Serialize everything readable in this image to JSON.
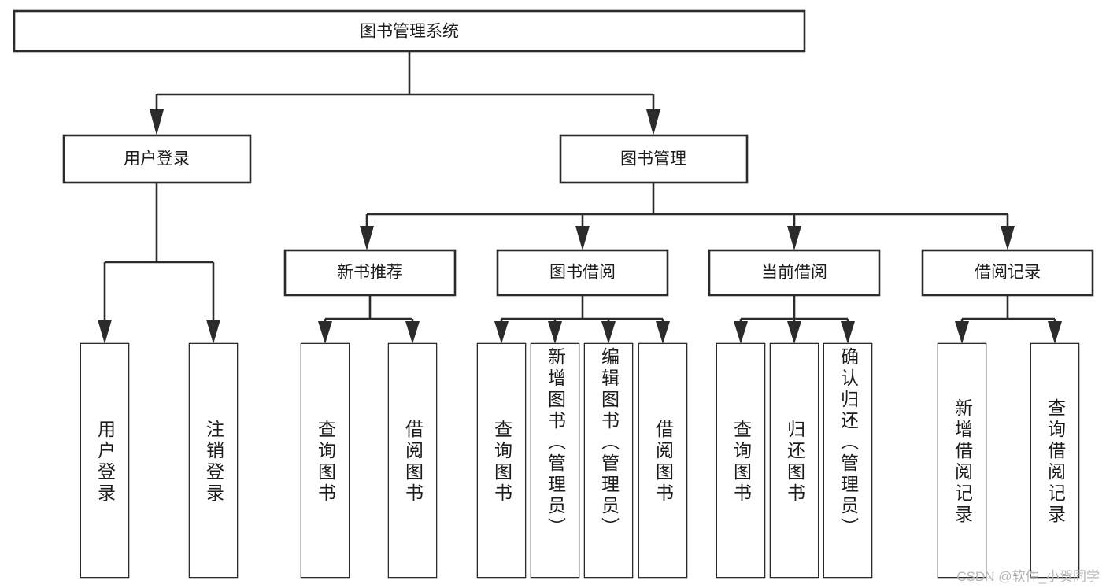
{
  "diagram": {
    "title": "图书管理系统",
    "type": "tree",
    "root": {
      "id": "root",
      "label": "图书管理系统"
    },
    "level1": [
      {
        "id": "user-login",
        "label": "用户登录"
      },
      {
        "id": "book-management",
        "label": "图书管理"
      }
    ],
    "level2": [
      {
        "id": "new-book-recommend",
        "label": "新书推荐",
        "parent": "book-management"
      },
      {
        "id": "book-borrow",
        "label": "图书借阅",
        "parent": "book-management"
      },
      {
        "id": "current-borrow",
        "label": "当前借阅",
        "parent": "book-management"
      },
      {
        "id": "borrow-record",
        "label": "借阅记录",
        "parent": "book-management"
      }
    ],
    "leaves": [
      {
        "id": "leaf-user-login",
        "label": "用户登录",
        "parent": "user-login"
      },
      {
        "id": "leaf-user-logout",
        "label": "注销登录",
        "parent": "user-login"
      },
      {
        "id": "leaf-query-book-1",
        "label": "查询图书",
        "parent": "new-book-recommend"
      },
      {
        "id": "leaf-borrow-book-1",
        "label": "借阅图书",
        "parent": "new-book-recommend"
      },
      {
        "id": "leaf-query-book-2",
        "label": "查询图书",
        "parent": "book-borrow"
      },
      {
        "id": "leaf-add-book",
        "label": "新增图书（管理员）",
        "parent": "book-borrow"
      },
      {
        "id": "leaf-edit-book",
        "label": "编辑图书（管理员）",
        "parent": "book-borrow"
      },
      {
        "id": "leaf-borrow-book-2",
        "label": "借阅图书",
        "parent": "book-borrow"
      },
      {
        "id": "leaf-query-book-3",
        "label": "查询图书",
        "parent": "current-borrow"
      },
      {
        "id": "leaf-return-book",
        "label": "归还图书",
        "parent": "current-borrow"
      },
      {
        "id": "leaf-confirm-return",
        "label": "确认归还（管理员）",
        "parent": "current-borrow"
      },
      {
        "id": "leaf-add-record",
        "label": "新增借阅记录",
        "parent": "borrow-record"
      },
      {
        "id": "leaf-query-record",
        "label": "查询借阅记录",
        "parent": "borrow-record"
      }
    ],
    "colors": {
      "stroke": "#2b2b2b",
      "fill": "#ffffff",
      "text": "#1c1c1c",
      "watermark": "#b4b4b4"
    }
  },
  "watermark": {
    "text": "CSDN @软件_小贺同学"
  }
}
